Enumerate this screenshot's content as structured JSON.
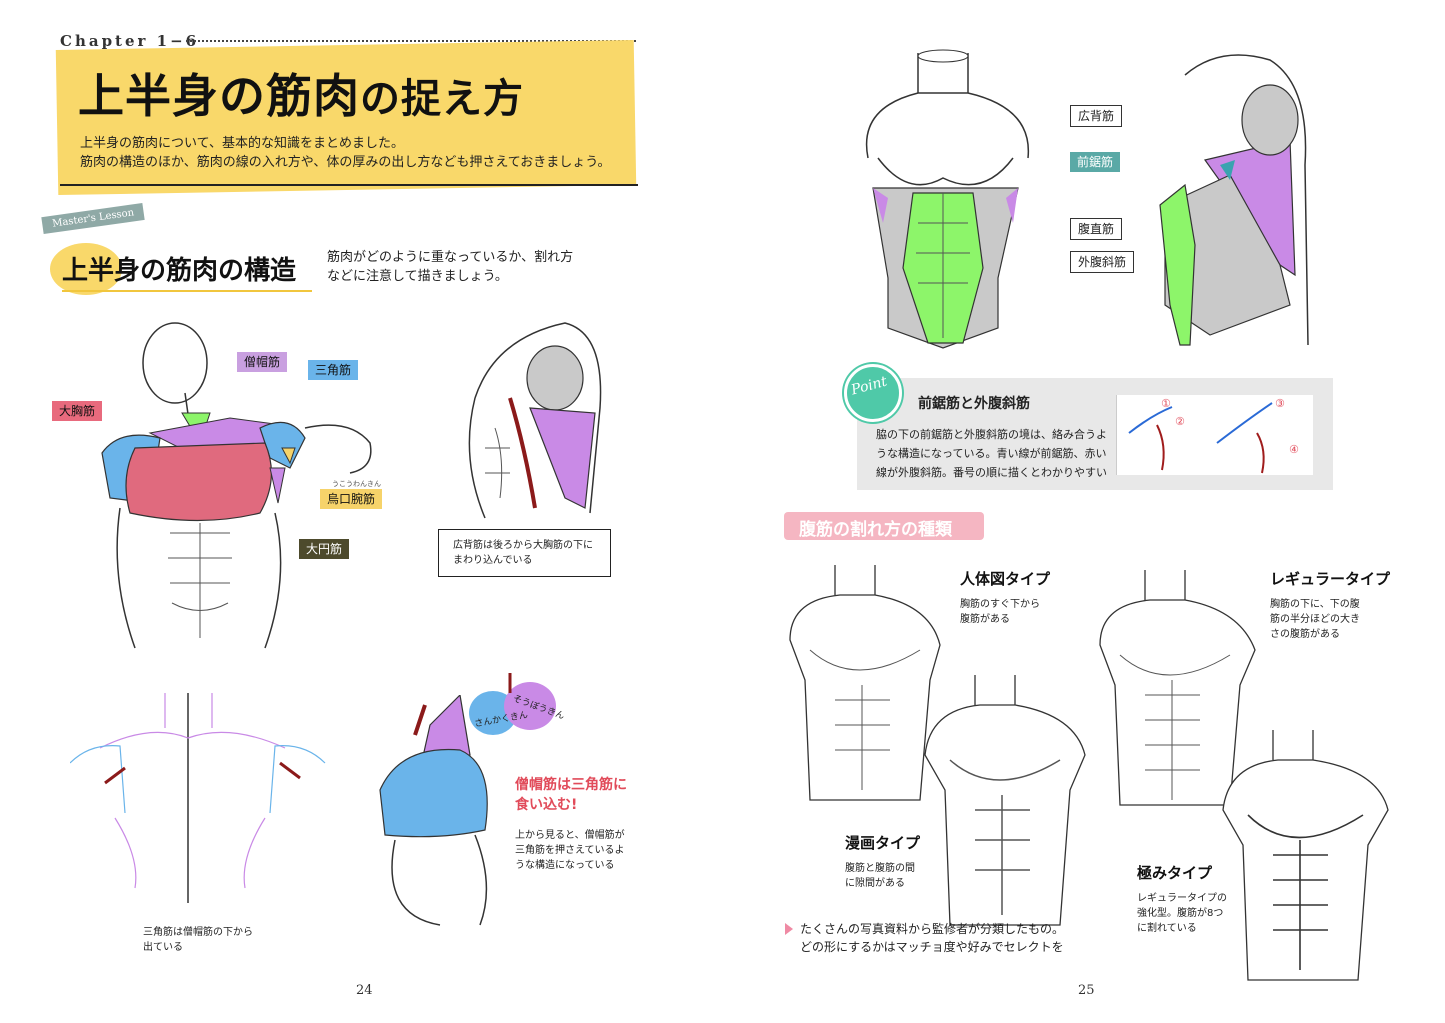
{
  "left_page": {
    "chapter": "Chapter 1−6",
    "title_main": "上半身の筋肉",
    "title_tail": "の捉え方",
    "intro": [
      "上半身の筋肉について、基本的な知識をまとめました。",
      "筋肉の構造のほか、筋肉の線の入れ方や、体の厚みの出し方なども押さえておきましょう。"
    ],
    "lesson_tag": "Master's Lesson",
    "lesson_title": "上半身の筋肉の構造",
    "lesson_desc": [
      "筋肉がどのように重なっているか、割れ方",
      "などに注意して描きましょう。"
    ],
    "labels": {
      "trapezius": "僧帽筋",
      "deltoid": "三角筋",
      "pectoralis": "大胸筋",
      "coracobrachialis": "烏口腕筋",
      "coracobrachialis_ruby": "うこうわんきん",
      "teres_major": "大円筋"
    },
    "latissimus_callout": [
      "広背筋は後ろから大胸筋の下に",
      "まわり込んでいる"
    ],
    "back_note": [
      "三角筋は僧帽筋の下から",
      "出ている"
    ],
    "bubble_left": "さんかくきん",
    "bubble_right": "そうぼうきん",
    "red_heading": [
      "僧帽筋は三角筋に",
      "食い込む!"
    ],
    "red_body": [
      "上から見ると、僧帽筋が",
      "三角筋を押さえているよ",
      "うな構造になっている"
    ],
    "page_number": "24"
  },
  "right_page": {
    "torso_labels": [
      "広背筋",
      "前鋸筋",
      "腹直筋",
      "外腹斜筋"
    ],
    "point_label": "Point",
    "point_heading": "前鋸筋と外腹斜筋",
    "point_body": [
      "脇の下の前鋸筋と外腹斜筋の境は、絡み合うよ",
      "うな構造になっている。青い線が前鋸筋、赤い",
      "線が外腹斜筋。番号の順に描くとわかりやすい"
    ],
    "point_numbers": [
      "①",
      "②",
      "③",
      "④"
    ],
    "abs_heading": "腹筋の割れ方の種類",
    "types": [
      {
        "name": "人体図タイプ",
        "desc": [
          "胸筋のすぐ下から",
          "腹筋がある"
        ]
      },
      {
        "name": "レギュラータイプ",
        "desc": [
          "胸筋の下に、下の腹",
          "筋の半分ほどの大き",
          "さの腹筋がある"
        ]
      },
      {
        "name": "漫画タイプ",
        "desc": [
          "腹筋と腹筋の間",
          "に隙間がある"
        ]
      },
      {
        "name": "極みタイプ",
        "desc": [
          "レギュラータイプの",
          "強化型。腹筋が8つ",
          "に割れている"
        ]
      }
    ],
    "bottom_note": [
      "たくさんの写真資料から監修者が分類したもの。",
      "どの形にするかはマッチョ度や好みでセレクトを"
    ],
    "page_number": "25"
  },
  "colors": {
    "yellow": "#f9d86a",
    "pink_muscle": "#e06a7e",
    "blue_muscle": "#6ab4ea",
    "purple_muscle": "#c98ae6",
    "green_muscle": "#8df56a",
    "gray_muscle": "#c9c9c9",
    "label_red": "#e86a7d",
    "label_purple": "#c9a0e0",
    "label_blue": "#6ab4ea",
    "label_yellow": "#f6d36a",
    "label_olive": "#4d4a2c",
    "label_teal": "#5aa9a6",
    "point_green": "#4fc9a8"
  }
}
